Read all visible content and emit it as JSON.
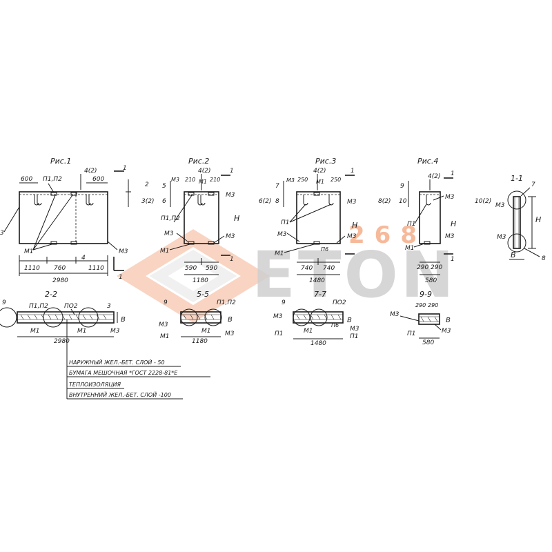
{
  "figures": {
    "fig1": {
      "title": "Рис.1",
      "dims": [
        "600",
        "600",
        "1110",
        "760",
        "1110",
        "2980"
      ],
      "callouts": [
        "П1,П2",
        "М1",
        "М3",
        "3"
      ],
      "sec": [
        "1",
        "4(2)",
        "4",
        "2",
        "3(2)",
        "1"
      ]
    },
    "fig2": {
      "title": "Рис.2",
      "dims": [
        "210",
        "210",
        "590",
        "590",
        "1180"
      ],
      "callouts": [
        "М3",
        "М1",
        "М3",
        "П1,П2",
        "М3",
        "М1",
        "М3"
      ],
      "sec": [
        "4(2)",
        "1",
        "5",
        "6",
        "6(2)",
        "1",
        "Н"
      ]
    },
    "fig3": {
      "title": "Рис.3",
      "dims": [
        "250",
        "250",
        "740",
        "740",
        "1480"
      ],
      "callouts": [
        "М3",
        "М1",
        "М3",
        "П1",
        "М3",
        "М1",
        "М3",
        "П6"
      ],
      "sec": [
        "4(2)",
        "1",
        "7",
        "8",
        "8(2)",
        "1",
        "Н"
      ]
    },
    "fig4": {
      "title": "Рис.4",
      "dims": [
        "290",
        "290",
        "580"
      ],
      "callouts": [
        "М3",
        "П1",
        "М3",
        "М1"
      ],
      "sec": [
        "4(2)",
        "1",
        "9",
        "10",
        "10(2)",
        "1",
        "Н"
      ]
    },
    "fig5": {
      "title": "1-1",
      "callouts": [
        "М3",
        "М3",
        "В",
        "Н",
        "7",
        "8"
      ]
    }
  },
  "sections": {
    "s22": {
      "title": "2-2",
      "labels": [
        "9",
        "П1,П2",
        "ПО2",
        "3",
        "В",
        "М1",
        "М1",
        "М3"
      ],
      "dim": "2980"
    },
    "s55": {
      "title": "5-5",
      "labels": [
        "9",
        "П1,П2",
        "В",
        "М3",
        "М1",
        "М1",
        "М3"
      ],
      "dim": "1180"
    },
    "s77": {
      "title": "7-7",
      "labels": [
        "9",
        "ПО2",
        "М3",
        "П1",
        "В",
        "М1",
        "П6",
        "М3",
        "П1"
      ],
      "dim": "1480"
    },
    "s99": {
      "title": "9-9",
      "labels": [
        "290",
        "290",
        "М3",
        "П1",
        "В",
        "М3"
      ],
      "dim": "580"
    }
  },
  "legend": [
    "НАРУЖНЫЙ ЖЕЛ.-БЕТ. СЛОЙ - 50",
    "БУМАГА МЕШОЧНАЯ *ГОСТ 2228-81*Е",
    "ТЕПЛОИЗОЛЯЦИЯ",
    "ВНУТРЕННИЙ ЖЕЛ.-БЕТ. СЛОЙ -100"
  ],
  "watermark": {
    "number": "268",
    "word": "ETON",
    "brand_color": "#f08a4b",
    "word_color": "#c8c8c8",
    "logo": "ETON"
  }
}
